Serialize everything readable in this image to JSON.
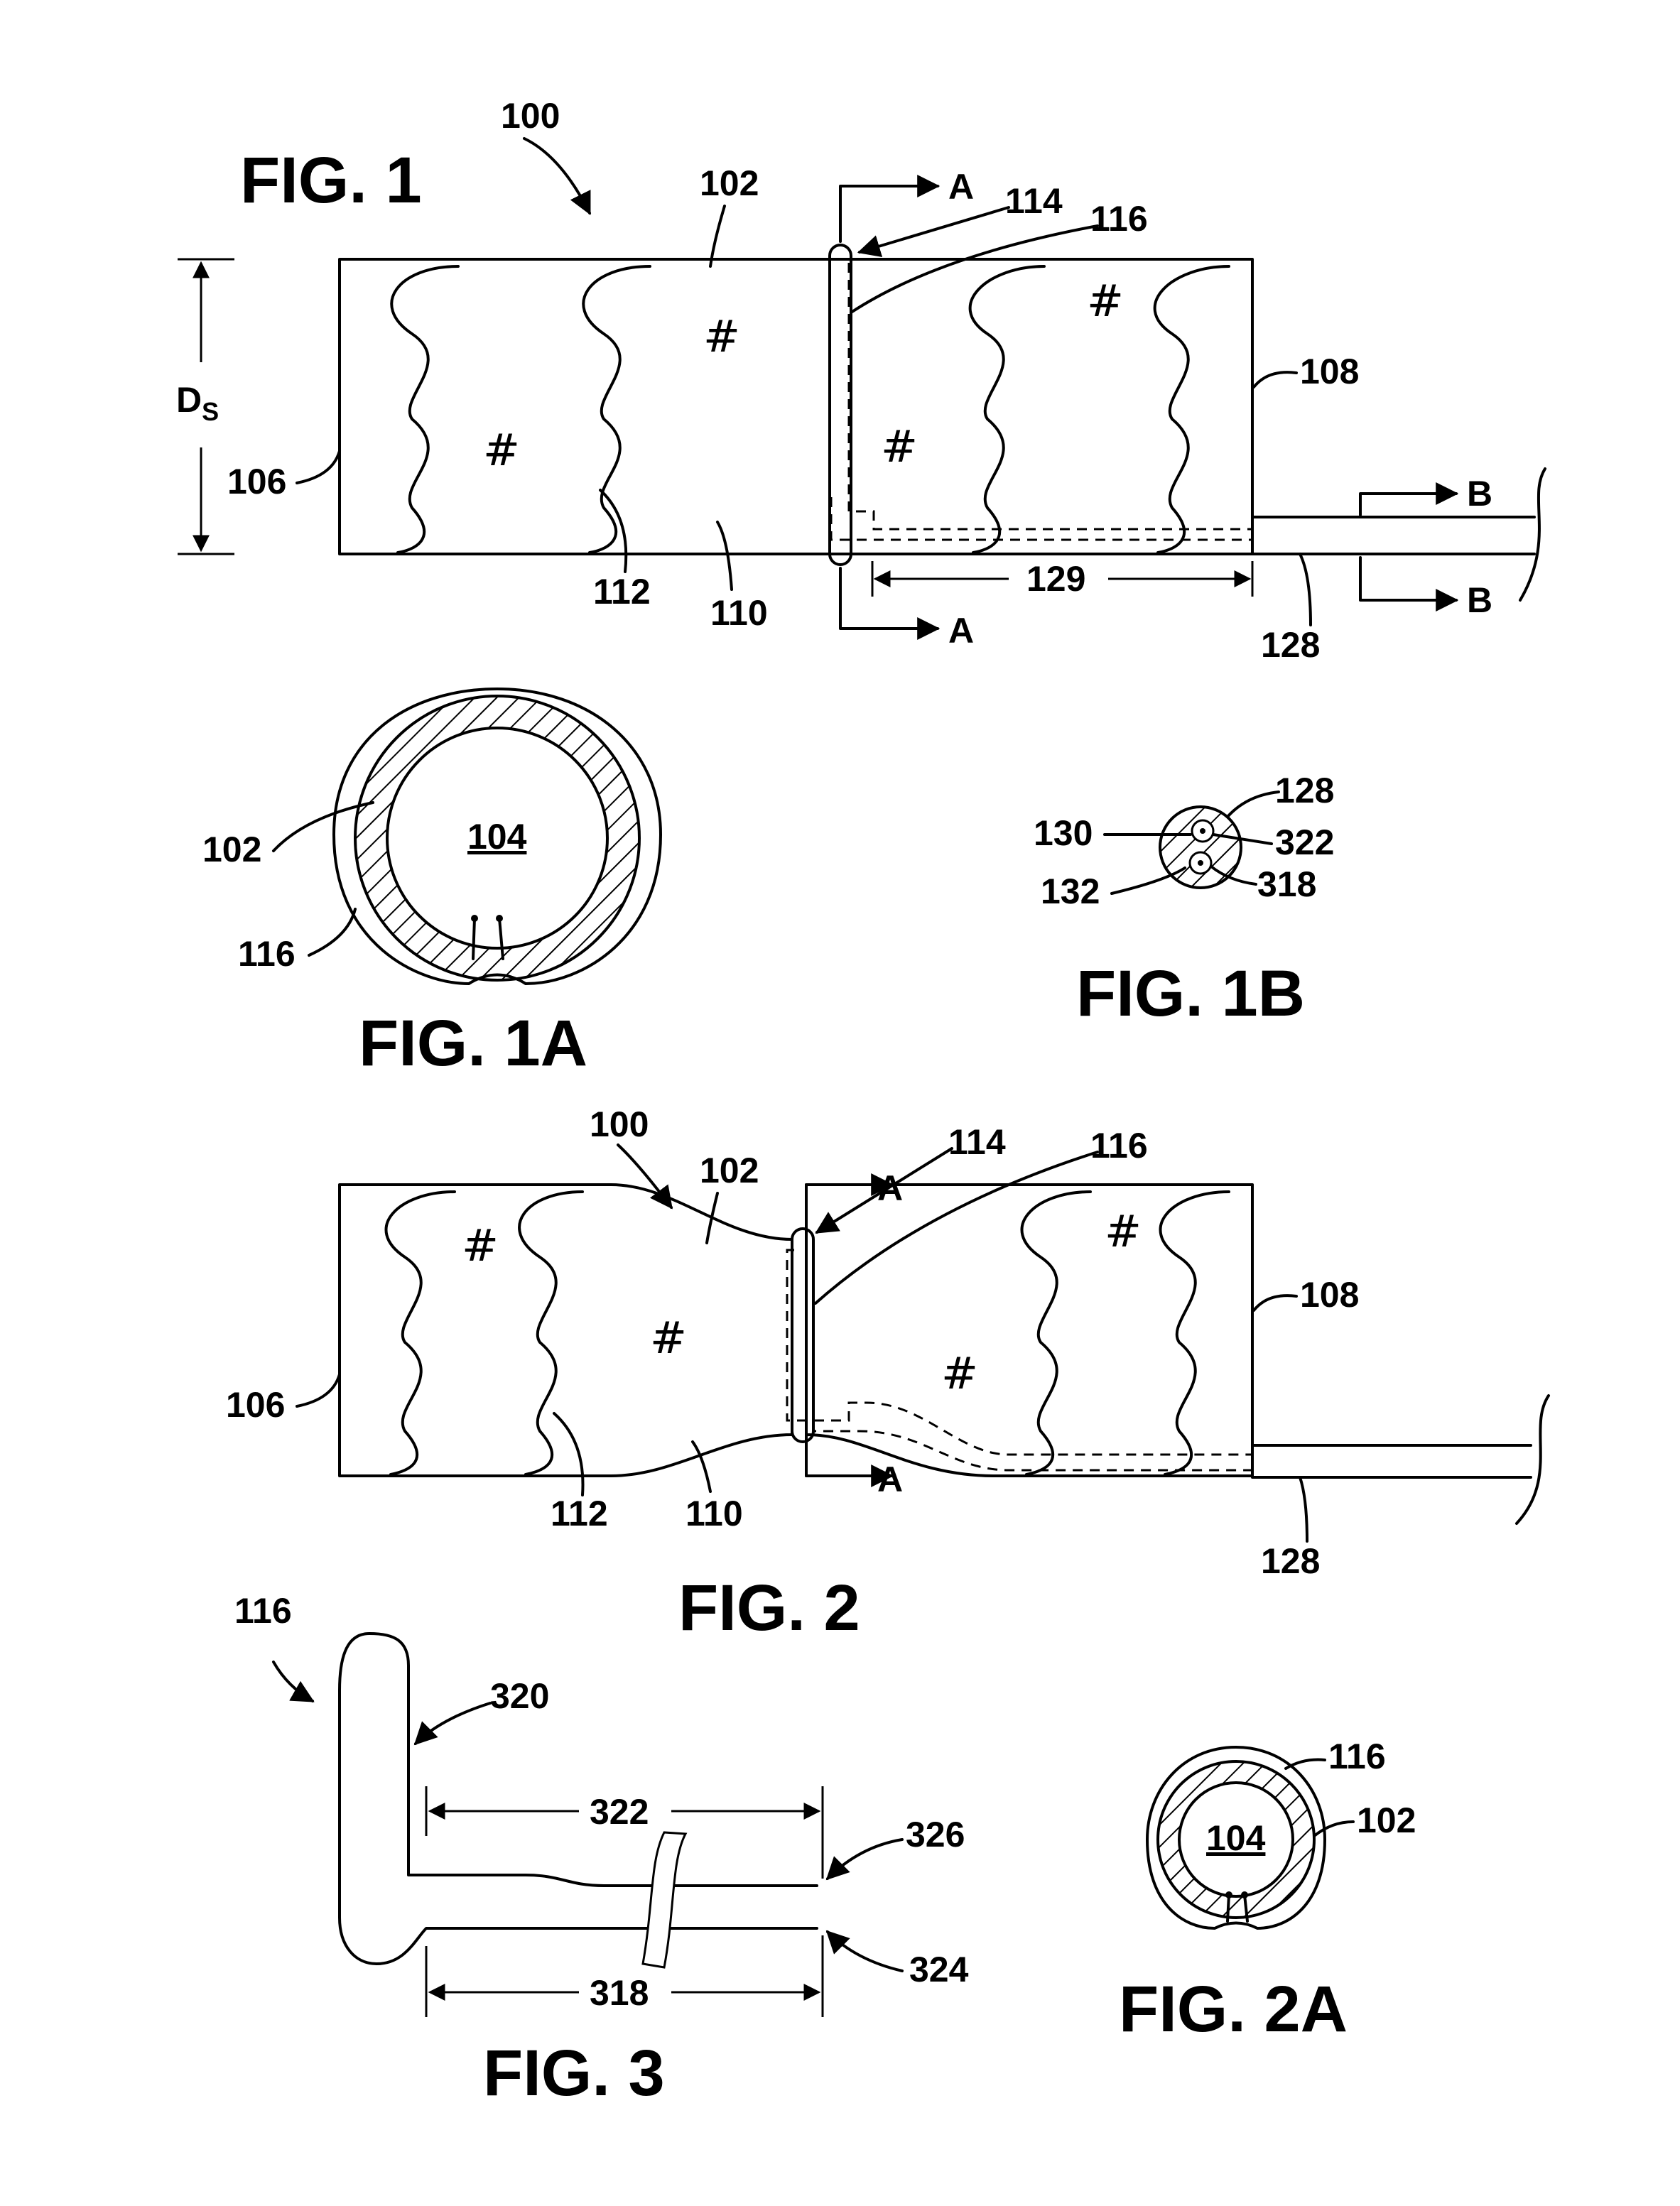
{
  "figures": {
    "fig1": "FIG. 1",
    "fig1a": "FIG. 1A",
    "fig1b": "FIG. 1B",
    "fig2": "FIG. 2",
    "fig2a": "FIG. 2A",
    "fig3": "FIG. 3"
  },
  "refs": {
    "r100": "100",
    "r102": "102",
    "r104": "104",
    "r106": "106",
    "r108": "108",
    "r110": "110",
    "r112": "112",
    "r114": "114",
    "r116": "116",
    "r128": "128",
    "r129": "129",
    "r130": "130",
    "r132": "132",
    "r318": "318",
    "r320": "320",
    "r322": "322",
    "r324": "324",
    "r326": "326"
  },
  "section_marks": {
    "a": "A",
    "b": "B"
  },
  "dimension": {
    "diameter_base": "D",
    "diameter_sub": "S"
  },
  "surface_mark": "#"
}
